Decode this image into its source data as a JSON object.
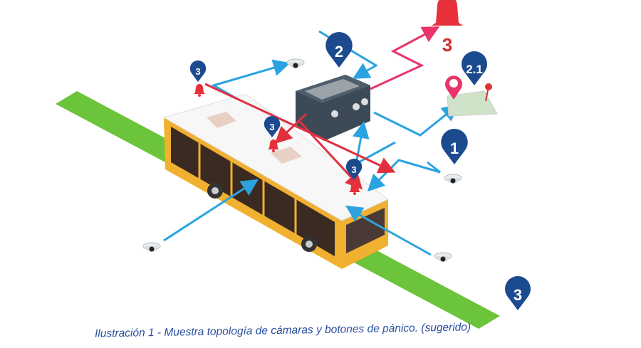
{
  "caption": "Ilustración 1 - Muestra topología de cámaras y botones de pánico. (sugerido)",
  "markers": {
    "camera_marker": "1",
    "recorder_marker": "2",
    "gps_marker": "2.1",
    "panic_marker": "3"
  },
  "colors": {
    "road": "#6cc43a",
    "bus_body": "#f0b030",
    "marker": "#1c4a8f",
    "video_link": "#2ba3e0",
    "panic_link": "#e03040",
    "alarm": "#e8303a"
  }
}
